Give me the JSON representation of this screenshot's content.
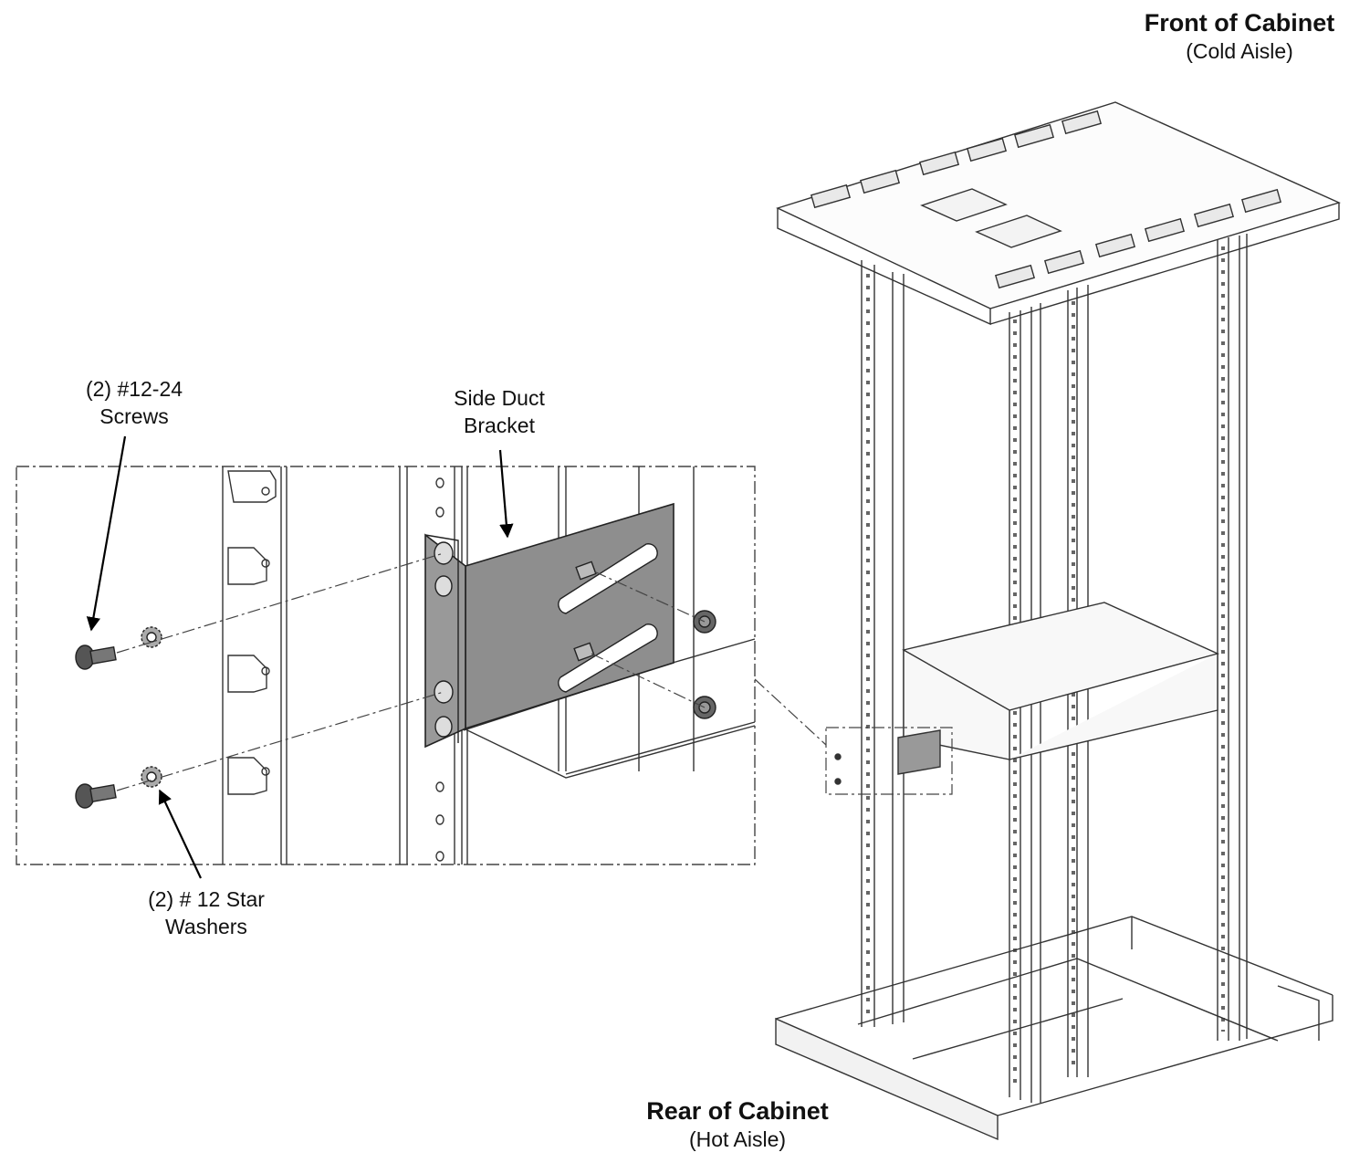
{
  "labels": {
    "front_title": "Front of Cabinet",
    "front_sub": "(Cold Aisle)",
    "rear_title": "Rear of Cabinet",
    "rear_sub": "(Hot Aisle)",
    "screws_line1": "(2) #12-24",
    "screws_line2": "Screws",
    "bracket_line1": "Side Duct",
    "bracket_line2": "Bracket",
    "washers_line1": "(2) # 12 Star",
    "washers_line2": "Washers"
  }
}
